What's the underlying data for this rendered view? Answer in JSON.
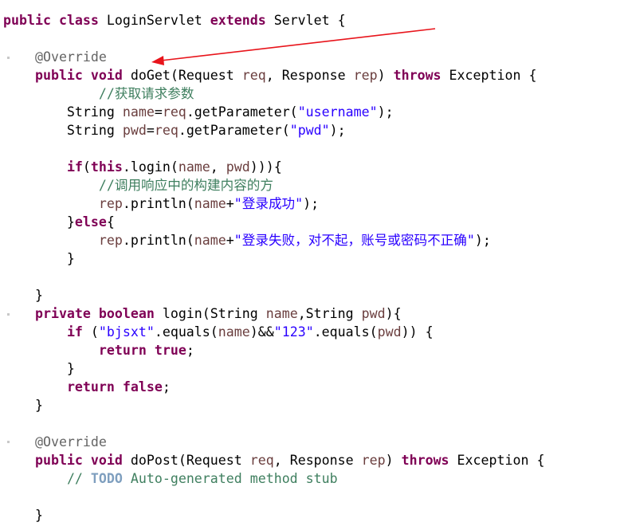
{
  "theme": {
    "keyword": "#7f0055",
    "annotation": "#646464",
    "string": "#2a00ff",
    "comment": "#3f7f5f",
    "variable": "#6a3e3e",
    "todo": "#7f9fbf",
    "arrow": "#e8141b"
  },
  "code": {
    "lines": [
      [
        [
          "kw",
          "public"
        ],
        [
          "p",
          " "
        ],
        [
          "kw",
          "class"
        ],
        [
          "p",
          " LoginServlet "
        ],
        [
          "kw",
          "extends"
        ],
        [
          "p",
          " Servlet {"
        ]
      ],
      [],
      [
        [
          "p",
          "    "
        ],
        [
          "ann",
          "@Override"
        ]
      ],
      [
        [
          "p",
          "    "
        ],
        [
          "kw",
          "public"
        ],
        [
          "p",
          " "
        ],
        [
          "kw",
          "void"
        ],
        [
          "p",
          " doGet(Request "
        ],
        [
          "var",
          "req"
        ],
        [
          "p",
          ", Response "
        ],
        [
          "var",
          "rep"
        ],
        [
          "p",
          ") "
        ],
        [
          "kw",
          "throws"
        ],
        [
          "p",
          " Exception {"
        ]
      ],
      [
        [
          "p",
          "            "
        ],
        [
          "cmt",
          "//获取请求参数"
        ]
      ],
      [
        [
          "p",
          "        String "
        ],
        [
          "var",
          "name"
        ],
        [
          "p",
          "="
        ],
        [
          "var",
          "req"
        ],
        [
          "p",
          ".getParameter("
        ],
        [
          "str",
          "\"username\""
        ],
        [
          "p",
          ");"
        ]
      ],
      [
        [
          "p",
          "        String "
        ],
        [
          "var",
          "pwd"
        ],
        [
          "p",
          "="
        ],
        [
          "var",
          "req"
        ],
        [
          "p",
          ".getParameter("
        ],
        [
          "str",
          "\"pwd\""
        ],
        [
          "p",
          ");"
        ]
      ],
      [],
      [
        [
          "p",
          "        "
        ],
        [
          "kw",
          "if"
        ],
        [
          "p",
          "("
        ],
        [
          "kw",
          "this"
        ],
        [
          "p",
          ".login("
        ],
        [
          "var",
          "name"
        ],
        [
          "p",
          ", "
        ],
        [
          "var",
          "pwd"
        ],
        [
          "p",
          "))){"
        ]
      ],
      [
        [
          "p",
          "            "
        ],
        [
          "cmt",
          "//调用响应中的构建内容的方"
        ]
      ],
      [
        [
          "p",
          "            "
        ],
        [
          "var",
          "rep"
        ],
        [
          "p",
          ".println("
        ],
        [
          "var",
          "name"
        ],
        [
          "p",
          "+"
        ],
        [
          "str",
          "\"登录成功\""
        ],
        [
          "p",
          ");"
        ]
      ],
      [
        [
          "p",
          "        }"
        ],
        [
          "kw",
          "else"
        ],
        [
          "p",
          "{"
        ]
      ],
      [
        [
          "p",
          "            "
        ],
        [
          "var",
          "rep"
        ],
        [
          "p",
          ".println("
        ],
        [
          "var",
          "name"
        ],
        [
          "p",
          "+"
        ],
        [
          "str",
          "\"登录失败，对不起，账号或密码不正确\""
        ],
        [
          "p",
          ");"
        ]
      ],
      [
        [
          "p",
          "        }"
        ]
      ],
      [],
      [
        [
          "p",
          "    }"
        ]
      ],
      [
        [
          "p",
          "    "
        ],
        [
          "kw",
          "private"
        ],
        [
          "p",
          " "
        ],
        [
          "kw",
          "boolean"
        ],
        [
          "p",
          " login(String "
        ],
        [
          "var",
          "name"
        ],
        [
          "p",
          ",String "
        ],
        [
          "var",
          "pwd"
        ],
        [
          "p",
          "){"
        ]
      ],
      [
        [
          "p",
          "        "
        ],
        [
          "kw",
          "if"
        ],
        [
          "p",
          " ("
        ],
        [
          "str",
          "\"bjsxt\""
        ],
        [
          "p",
          ".equals("
        ],
        [
          "var",
          "name"
        ],
        [
          "p",
          ")&&"
        ],
        [
          "str",
          "\"123\""
        ],
        [
          "p",
          ".equals("
        ],
        [
          "var",
          "pwd"
        ],
        [
          "p",
          ")) {"
        ]
      ],
      [
        [
          "p",
          "            "
        ],
        [
          "kw",
          "return"
        ],
        [
          "p",
          " "
        ],
        [
          "kw",
          "true"
        ],
        [
          "p",
          ";"
        ]
      ],
      [
        [
          "p",
          "        }"
        ]
      ],
      [
        [
          "p",
          "        "
        ],
        [
          "kw",
          "return"
        ],
        [
          "p",
          " "
        ],
        [
          "kw",
          "false"
        ],
        [
          "p",
          ";"
        ]
      ],
      [
        [
          "p",
          "    }"
        ]
      ],
      [],
      [
        [
          "p",
          "    "
        ],
        [
          "ann",
          "@Override"
        ]
      ],
      [
        [
          "p",
          "    "
        ],
        [
          "kw",
          "public"
        ],
        [
          "p",
          " "
        ],
        [
          "kw",
          "void"
        ],
        [
          "p",
          " doPost(Request "
        ],
        [
          "var",
          "req"
        ],
        [
          "p",
          ", Response "
        ],
        [
          "var",
          "rep"
        ],
        [
          "p",
          ") "
        ],
        [
          "kw",
          "throws"
        ],
        [
          "p",
          " Exception {"
        ]
      ],
      [
        [
          "p",
          "        "
        ],
        [
          "cmt",
          "// "
        ],
        [
          "todo",
          "TODO"
        ],
        [
          "cmt",
          " Auto-generated method stub"
        ]
      ],
      [],
      [
        [
          "p",
          "    }"
        ]
      ]
    ]
  }
}
